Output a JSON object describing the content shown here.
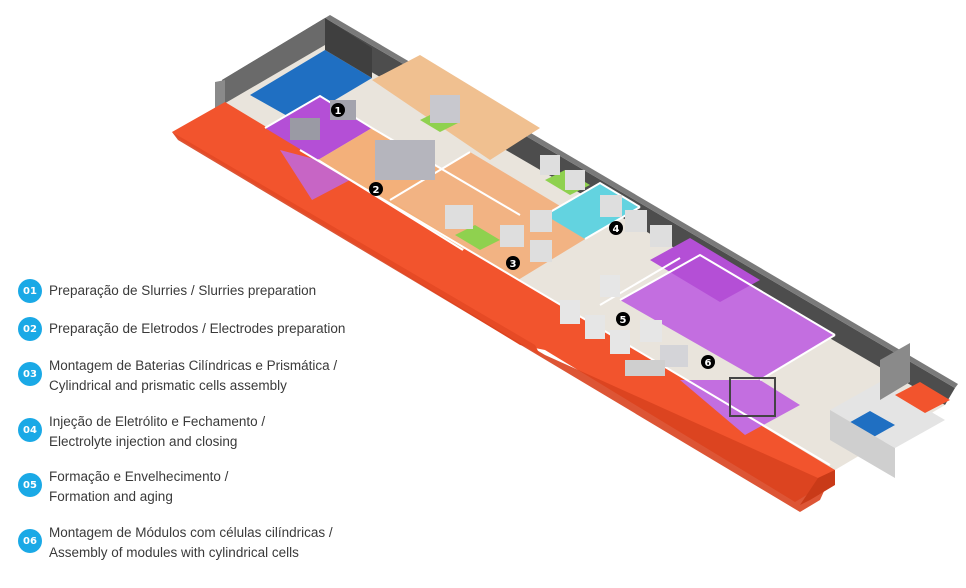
{
  "legend": [
    {
      "num": "01",
      "lines": [
        "Preparação de Slurries / Slurries preparation"
      ]
    },
    {
      "num": "02",
      "lines": [
        "Preparação de Eletrodos / Electrodes preparation"
      ]
    },
    {
      "num": "03",
      "lines": [
        "Montagem de Baterias Cilíndricas e Prismática /",
        "Cylindrical and prismatic cells assembly"
      ]
    },
    {
      "num": "04",
      "lines": [
        "Injeção de Eletrólito e Fechamento /",
        "Electrolyte injection and closing"
      ]
    },
    {
      "num": "05",
      "lines": [
        "Formação e Envelhecimento /",
        "Formation and aging"
      ]
    },
    {
      "num": "06",
      "lines": [
        "Montagem de Módulos com células cilíndricas /",
        "Assembly of modules with cylindrical cells"
      ]
    }
  ],
  "markers": [
    "1",
    "2",
    "3",
    "4",
    "5",
    "6"
  ],
  "colors": {
    "badge": "#1aa9e6",
    "corridor": "#f2542d",
    "slurry_zone": "#b44fd6",
    "electrode_zone": "#f3b07a",
    "formation_zone": "#63d3e0",
    "module_zone": "#c36ee0",
    "storage_zone": "#1f6fc2",
    "wall": "#5a5a5a"
  }
}
